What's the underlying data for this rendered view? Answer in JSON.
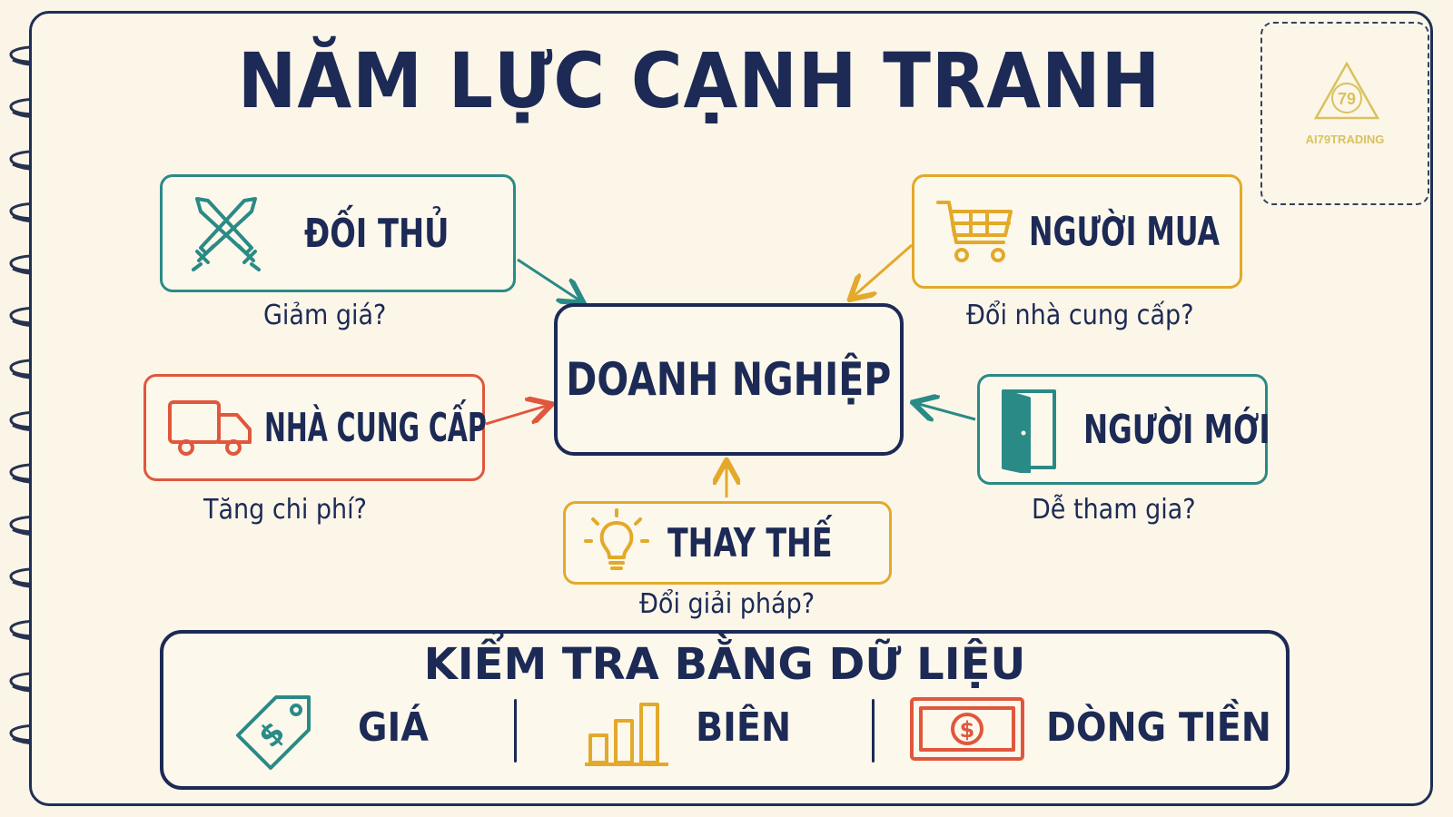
{
  "title": "NĂM LỰC CẠNH TRANH",
  "logo": {
    "text": "AI79TRADING",
    "mark": "79",
    "color": "#d9c25e"
  },
  "center": {
    "label": "DOANH NGHIỆP"
  },
  "forces": {
    "rivals": {
      "label": "ĐỐI THỦ",
      "question": "Giảm giá?",
      "icon": "crossed-swords-icon",
      "color": "#2a8a86"
    },
    "buyers": {
      "label": "NGƯỜI MUA",
      "question": "Đổi nhà cung cấp?",
      "icon": "shopping-cart-icon",
      "color": "#e3a92a"
    },
    "suppliers": {
      "label": "NHÀ CUNG CẤP",
      "question": "Tăng chi phí?",
      "icon": "delivery-truck-icon",
      "color": "#e0573d"
    },
    "new_entrants": {
      "label": "NGƯỜI MỚI",
      "question": "Dễ tham gia?",
      "icon": "open-door-icon",
      "color": "#2a8a86"
    },
    "substitutes": {
      "label": "THAY THẾ",
      "question": "Đổi giải pháp?",
      "icon": "light-bulb-icon",
      "color": "#e3a92a"
    }
  },
  "check": {
    "title": "KIỂM TRA BẰNG DỮ LIỆU",
    "items": [
      {
        "label": "GIÁ",
        "icon": "price-tag-icon",
        "color": "#2a8a86"
      },
      {
        "label": "BIÊN",
        "icon": "bar-chart-icon",
        "color": "#e3a92a"
      },
      {
        "label": "DÒNG TIỀN",
        "icon": "cash-bill-icon",
        "color": "#e0573d"
      }
    ]
  },
  "colors": {
    "ink": "#1c2a55",
    "paper": "#fcf6e9"
  }
}
